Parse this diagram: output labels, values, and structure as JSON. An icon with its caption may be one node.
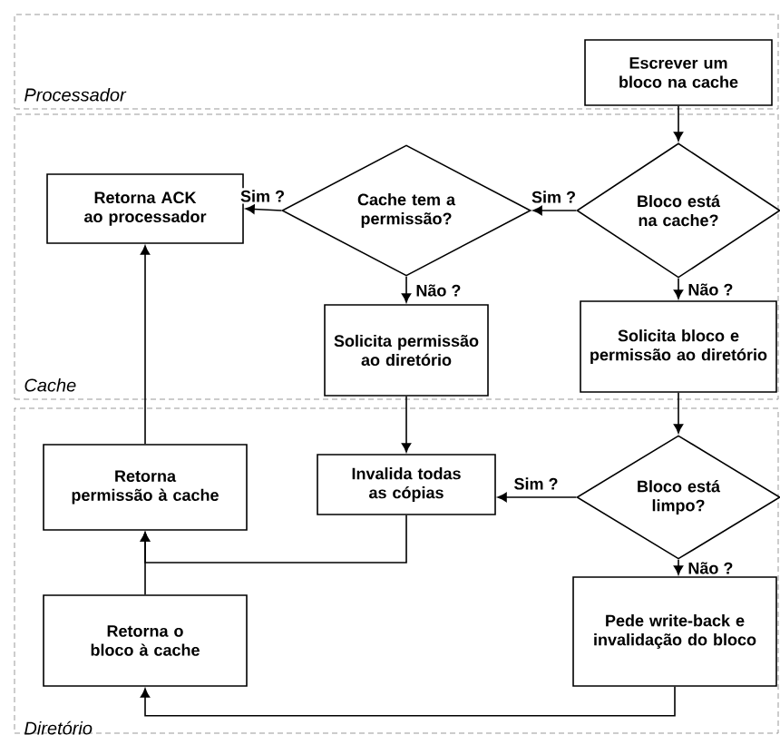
{
  "diagram": {
    "nodes": [
      {
        "text": [
          "Processador"
        ]
      },
      {
        "text": [
          "Cache"
        ]
      },
      {
        "text": [
          "Diretório"
        ]
      },
      {
        "text": [
          "Escrever um bloco na cache"
        ],
        "in": 0
      },
      {
        "text": [
          "Bloco está na cache?"
        ],
        "in": 1
      },
      {
        "text": [
          "Cache tem a permissão?"
        ],
        "in": 1
      },
      {
        "text": [
          "Retorna ACK ao processador"
        ],
        "in": 1
      },
      {
        "text": [
          "Solicita permissão ao diretório"
        ],
        "in": 1
      },
      {
        "text": [
          "Solicita bloco e permissão ao diretório"
        ],
        "in": 1
      },
      {
        "text": [
          "Retorna permissão à cache"
        ],
        "in": 2
      },
      {
        "text": [
          "Invalida todas as cópias"
        ],
        "in": 2
      },
      {
        "text": [
          "Bloco está limpo?"
        ],
        "in": 2
      },
      {
        "text": [
          "Pede write-back e invalidação do bloco"
        ],
        "in": 2
      },
      {
        "text": [
          "Retorna o bloco à cache"
        ],
        "in": 2
      }
    ],
    "edges": [
      {
        "from": 3,
        "to": 4,
        "arrow": "to"
      },
      {
        "from": 4,
        "to": 5,
        "arrow": "to",
        "label": "Sim ?"
      },
      {
        "from": 5,
        "to": 6,
        "arrow": "to",
        "label": "Sim ?"
      },
      {
        "from": 5,
        "to": 7,
        "arrow": "to",
        "label": "Não ?"
      },
      {
        "from": 4,
        "to": 8,
        "arrow": "to",
        "label": "Não ?"
      },
      {
        "from": 8,
        "to": 11,
        "arrow": "to"
      },
      {
        "from": 7,
        "to": 10,
        "arrow": "to"
      },
      {
        "from": 11,
        "to": 10,
        "arrow": "to",
        "label": "Sim ?"
      },
      {
        "from": 11,
        "to": 12,
        "arrow": "to",
        "label": "Não ?"
      },
      {
        "from": 12,
        "to": 13,
        "arrow": "to"
      },
      {
        "from": 10,
        "to": 9,
        "arrow": "to"
      },
      {
        "from": 13,
        "to": 9,
        "arrow": "to"
      },
      {
        "from": 9,
        "to": 6,
        "arrow": "to"
      }
    ]
  }
}
